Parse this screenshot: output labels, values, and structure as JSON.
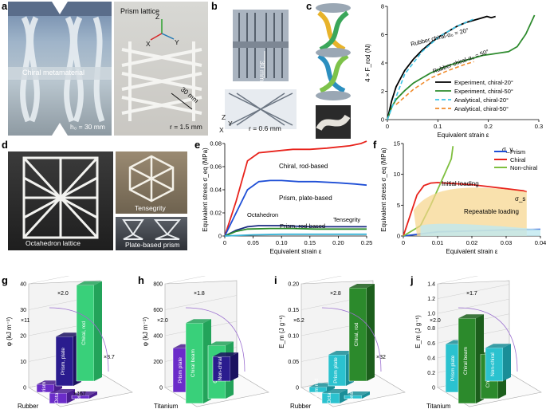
{
  "panels": {
    "a": {
      "letter": "a",
      "chiral_label": "Chiral metamaterial",
      "prism_label": "Prism lattice",
      "h0": "h₀ = 30 mm",
      "r": "r = 1.5 mm",
      "dim": "30 mm",
      "axes": [
        "Z",
        "X",
        "Y"
      ]
    },
    "b": {
      "letter": "b",
      "dim": "30 mm",
      "r": "r = 0.6 mm",
      "axes": [
        "Z",
        "Y",
        "X"
      ]
    },
    "c": {
      "letter": "c"
    },
    "d": {
      "letter": "d",
      "octa_label": "Octahedron lattice",
      "tens_label": "Tensegrity",
      "plate_label": "Plate-based prism"
    },
    "e": {
      "letter": "e"
    },
    "f": {
      "letter": "f"
    },
    "g": {
      "letter": "g",
      "material": "Rubber"
    },
    "h": {
      "letter": "h",
      "material": "Titanium"
    },
    "i": {
      "letter": "i",
      "material": "Rubber"
    },
    "j": {
      "letter": "j",
      "material": "Titanium"
    }
  },
  "chart_data": [
    {
      "id": "c",
      "type": "line",
      "xlabel": "Equivalent strain ε",
      "ylabel": "4 × F_rod (N)",
      "xlim": [
        0,
        0.35
      ],
      "ylim": [
        0,
        9
      ],
      "xticks": [
        "0",
        "0.1",
        "0.2",
        "0.3"
      ],
      "yticks": [
        "0",
        "2",
        "4",
        "6",
        "8"
      ],
      "annotations": [
        "Rubber chiral-α₀ = 20°",
        "Rubber chiral-α₀ = 50°"
      ],
      "series": [
        {
          "name": "Experiment, chiral-20°",
          "color": "#000000",
          "dash": "solid",
          "x": [
            0,
            0.01,
            0.02,
            0.04,
            0.06,
            0.08,
            0.1,
            0.12,
            0.14,
            0.16,
            0.18,
            0.2,
            0.22,
            0.23,
            0.24,
            0.25
          ],
          "y": [
            0,
            1.5,
            2.6,
            3.9,
            4.8,
            5.5,
            6.1,
            6.6,
            7.0,
            7.4,
            7.7,
            7.9,
            8.1,
            8.2,
            8.1,
            8.2
          ]
        },
        {
          "name": "Experiment, chiral-50°",
          "color": "#2e8b2e",
          "dash": "solid",
          "x": [
            0,
            0.01,
            0.02,
            0.04,
            0.06,
            0.08,
            0.1,
            0.12,
            0.14,
            0.16,
            0.18,
            0.2,
            0.22,
            0.24,
            0.26,
            0.28,
            0.3,
            0.32,
            0.34
          ],
          "y": [
            0,
            1.0,
            1.6,
            2.3,
            2.9,
            3.3,
            3.7,
            4.0,
            4.3,
            4.5,
            4.7,
            4.9,
            5.1,
            5.2,
            5.3,
            5.4,
            5.8,
            6.8,
            8.3
          ]
        },
        {
          "name": "Analytical, chiral-20°",
          "color": "#3cc3e6",
          "dash": "dash",
          "x": [
            0,
            0.04,
            0.08,
            0.12,
            0.16,
            0.2
          ],
          "y": [
            0,
            3.6,
            5.4,
            6.6,
            7.4,
            8.0
          ]
        },
        {
          "name": "Analytical, chiral-50°",
          "color": "#f08a2a",
          "dash": "dash",
          "x": [
            0.02,
            0.06,
            0.1,
            0.14,
            0.18,
            0.2
          ],
          "y": [
            1.2,
            2.4,
            3.3,
            3.9,
            4.4,
            4.6
          ]
        }
      ]
    },
    {
      "id": "e",
      "type": "line",
      "xlabel": "Equivalent strain ε",
      "ylabel": "Equivalent stress σ_eq (MPa)",
      "xlim": [
        0,
        0.25
      ],
      "ylim": [
        0,
        0.08
      ],
      "xticks": [
        "0",
        "0.05",
        "0.10",
        "0.15",
        "0.20",
        "0.25"
      ],
      "yticks": [
        "0",
        "0.02",
        "0.04",
        "0.06",
        "0.08"
      ],
      "annotations": [
        "Chiral, rod-based",
        "Prism, plate-based",
        "Octahedron",
        "Prism, rod-based",
        "Tensegrity"
      ],
      "series": [
        {
          "name": "Chiral, rod-based",
          "color": "#e8231c",
          "x": [
            0,
            0.02,
            0.04,
            0.06,
            0.08,
            0.1,
            0.12,
            0.15,
            0.18,
            0.2,
            0.22,
            0.24,
            0.25
          ],
          "y": [
            0,
            0.03,
            0.065,
            0.072,
            0.073,
            0.074,
            0.075,
            0.075,
            0.076,
            0.077,
            0.078,
            0.08,
            0.082
          ]
        },
        {
          "name": "Prism, plate-based",
          "color": "#1f4fd6",
          "x": [
            0,
            0.02,
            0.04,
            0.06,
            0.08,
            0.1,
            0.13,
            0.16,
            0.2,
            0.23,
            0.25
          ],
          "y": [
            0,
            0.02,
            0.04,
            0.047,
            0.048,
            0.048,
            0.047,
            0.047,
            0.046,
            0.045,
            0.044
          ]
        },
        {
          "name": "Octahedron",
          "color": "#1a2a80",
          "x": [
            0,
            0.02,
            0.04,
            0.06,
            0.1,
            0.15,
            0.2,
            0.25
          ],
          "y": [
            0,
            0.005,
            0.008,
            0.009,
            0.009,
            0.008,
            0.008,
            0.008
          ]
        },
        {
          "name": "Prism, rod-based",
          "color": "#2c8c2c",
          "x": [
            0,
            0.02,
            0.04,
            0.08,
            0.12,
            0.16,
            0.2,
            0.25
          ],
          "y": [
            0,
            0.004,
            0.006,
            0.0065,
            0.0065,
            0.006,
            0.006,
            0.006
          ]
        },
        {
          "name": "Tensegrity",
          "color": "#3ab3d6",
          "x": [
            0,
            0.05,
            0.1,
            0.15,
            0.2,
            0.25
          ],
          "y": [
            0,
            0.001,
            0.0015,
            0.0015,
            0.0015,
            0.0015
          ]
        }
      ]
    },
    {
      "id": "f",
      "type": "line",
      "xlabel": "Equivalent strain ε",
      "ylabel": "Equivalent stress σ_eq (MPa)",
      "xlim": [
        0,
        0.04
      ],
      "ylim": [
        0,
        18
      ],
      "xticks": [
        "0",
        "0.01",
        "0.02",
        "0.03",
        "0.04"
      ],
      "yticks": [
        "0",
        "5",
        "10",
        "15"
      ],
      "annotations": [
        "Initial loading",
        "Repeatable loading",
        "σ_v",
        "σ_s"
      ],
      "legend": [
        {
          "name": "Prism",
          "color": "#1f4fd6"
        },
        {
          "name": "Chiral",
          "color": "#e8231c"
        },
        {
          "name": "Non-chiral",
          "color": "#7fbf3f"
        }
      ],
      "series": [
        {
          "name": "Prism",
          "color": "#1f4fd6",
          "x": [
            0,
            0.005,
            0.01,
            0.02,
            0.03,
            0.04
          ],
          "y": [
            0,
            0.4,
            0.8,
            1.0,
            1.2,
            1.3
          ]
        },
        {
          "name": "Chiral",
          "color": "#e8231c",
          "x": [
            0,
            0.002,
            0.004,
            0.006,
            0.008,
            0.01,
            0.015,
            0.02,
            0.025,
            0.03,
            0.035,
            0.036
          ],
          "y": [
            0,
            4,
            8,
            9.8,
            10.3,
            10.4,
            10.2,
            10.0,
            9.6,
            9.2,
            8.8,
            8.6
          ]
        },
        {
          "name": "Non-chiral",
          "color": "#7fbf3f",
          "x": [
            0,
            0.005,
            0.008,
            0.01,
            0.012,
            0.014,
            0.0145
          ],
          "y": [
            0,
            2,
            6,
            9,
            12,
            15,
            17.5
          ]
        }
      ]
    },
    {
      "id": "g",
      "type": "bar",
      "unit": "φ (kJ m⁻³)",
      "material": "Rubber",
      "yticks": [
        "0",
        "10",
        "20",
        "30",
        "40"
      ],
      "bars": [
        "Prism",
        "Prism, plate",
        "Octa",
        "Tens",
        "Chiral, rod"
      ],
      "values": [
        3,
        19,
        4,
        1,
        37
      ],
      "ratios": [
        "×2.0",
        "×11",
        "×8.7",
        "×167"
      ]
    },
    {
      "id": "h",
      "type": "bar",
      "unit": "φ (kJ m⁻³)",
      "material": "Titanium",
      "yticks": [
        "0",
        "200",
        "400",
        "600",
        "800"
      ],
      "bars": [
        "Prism plate",
        "Prism rod",
        "Chiral beam",
        "Chiral rod",
        "Non-chiral"
      ],
      "values": [
        340,
        140,
        620,
        410,
        190
      ],
      "ratios": [
        "×1.8",
        "×2.0"
      ]
    },
    {
      "id": "i",
      "type": "bar",
      "unit": "E_m (J g⁻¹)",
      "material": "Rubber",
      "yticks": [
        "0",
        "0.05",
        "0.10",
        "0.15",
        "0.20"
      ],
      "bars": [
        "Prism rod",
        "Prism plate",
        "Octa",
        "Tens",
        "Chiral, rod"
      ],
      "values": [
        0.01,
        0.06,
        0.02,
        0.004,
        0.18
      ],
      "ratios": [
        "×2.8",
        "×6.2",
        "×32"
      ]
    },
    {
      "id": "j",
      "type": "bar",
      "unit": "E_m (J g⁻¹)",
      "material": "Titanium",
      "yticks": [
        "0",
        "0.2",
        "0.4",
        "0.6",
        "0.8",
        "1.0",
        "1.2",
        "1.4"
      ],
      "bars": [
        "Prism plate",
        "Prism rod",
        "Chiral beam",
        "Chiral rod",
        "Non-chiral"
      ],
      "values": [
        0.65,
        0.3,
        1.15,
        0.6,
        0.45
      ],
      "ratios": [
        "×1.7",
        "×2.0"
      ]
    }
  ]
}
